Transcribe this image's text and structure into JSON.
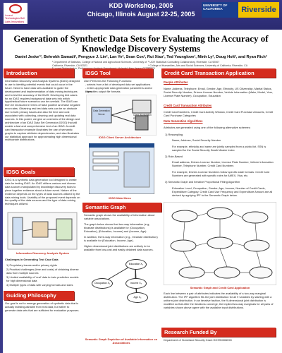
{
  "header": {
    "event_line1": "KDD Workshop, 2005",
    "event_line2": "Chicago, Illinois August 22-25, 2005",
    "lucent_logo_text": "Lucent Technologies Bell Labs Innovations",
    "ucr_logo_left": "UNIVERSITY OF CALIFORNIA",
    "ucr_logo_right": "Riverside"
  },
  "title": "Generation of Synthetic Data Sets for Evaluating the Accuracy of Knowledge Discovery Systems",
  "authors": "Daniel Jeske¹², Behrokh Samadi², Pengyue J. Lin², Lan Ye², Sean Cox², Rui Xiao¹, Ted Younglove¹, Minh Ly², Doug Holt², and Ryan Rich²",
  "affiliations_left": "¹ Department of Statistics, College of Natural and Agricultural Sciences, University of California, Riverside, CA 92521\n² Lucent Technologies, Performance Analysis Department, Holmdel, New Jersey 07733",
  "affiliations_right": "³ UCR Statistical Consulting Collaboratory, Riverside, CA 92507\n⁴ College of Humanities, Arts and Social Sciences, University of California, Riverside, CA 92521",
  "sections": {
    "intro": {
      "heading": "Introduction",
      "body": "Information Discovery and Analysis Systems (IDAS) designed to use to identify potential events that could occur in the future. Need to have data sets available to guide the development and implementation of data mining techniques and to test the accuracy of the IDAS. Developing test cases for an IDAS requires background data sets into which hypothetical future scenarios can be overlaid. The IDAS can then be measured in terms of false positive and false negative error rates. Obtaining real test data sets can be an obstacle due to both privacy issues and also the time and cost associated with collecting, cleaning and updating real data sources. In this poster, we give an overview of the design and architecture of an IDAS Data Set Generator (IDSG) that will enable a fast and comprehensive test of an IDAS. A credit card transaction example illustrates the use of semantic graphs to capture attribute dependencies, and also illustrates our statistical approach for approximating high dimensional multivariate distributions."
    },
    "goals": {
      "heading": "IDSG Goals",
      "body": "IDSG is a synthetic data generation tool designed to create data for testing IDAS. An IDAS utilizes various and diverse data sources manipulated by knowledge discovery tools to piece together evidence about a future event. Nature of the evidence depends on the types of data sources utilized by the data mining tools. Usability of the proposed event depends on the quality of the data sources and the type of data mining techniques utilized.",
      "fig_caption": "Information Discovery Analysis System",
      "challenges_title": "Challenges in Generating Test Case Data",
      "challenges": [
        "1)  Proprietary issues and/or privacy rights",
        "2)  Practical challenges (time and costs) of obtaining diverse data from multiple sources",
        "3)  Limited availability of 'real' data to train predictive models for high dimensional data",
        "4)  Multiple types of data with varying formats and sizes"
      ]
    },
    "guiding": {
      "heading": "Guiding Philosophy",
      "body": "Our goal is not to emerge generation of synthetic data that is actually indistinguishable from real data, but rather to generate data sets that are sufficient for evaluation purposes."
    },
    "tool": {
      "heading": "IDSG Tool",
      "intro": "User Performs the Following Functions:",
      "bullets": [
        "-  selects from a list of developed data set applications",
        "-  enters appropriate data generation parameters and/or filters",
        "-  specifies output file formats"
      ],
      "fig1_caption": "IDSG Client Server Architecture",
      "fig2_caption": "IDSG Main Menu",
      "client_label": "Client Workstation PC",
      "server_label": "Data Generation Server"
    },
    "semantic": {
      "heading": "Semantic Graph Representations",
      "body1": "Semantic graph shows the availability of information about variable associations.",
      "body2": "The graph below shows that two-way information (e.g., bivariate distributions) is available for (Occupation, Education), (Education, Income) and (Income, Age).",
      "body3": "In addition, three-way information (e.g., trivariate distribution) is available for (Education, Income, Age).",
      "body4": "Higher dimensional joint distributions are unlikely to be available from low-cost and easily obtained data sources.",
      "nodes": [
        "Occupation X₁",
        "Education X₂",
        "Income X₃",
        "Age X₄"
      ],
      "caption": "Semantic Graph Depiction of Available Information on Associations"
    },
    "credit": {
      "heading": "Credit Card Transaction Application",
      "people_title": "People Attributes",
      "people_body": "Name, Address, Telephone, Email, Gender, Age, Ethnicity, US Citizenship, Marital Status, Social Security Number, Drivers License Number, Vehicle Information (Make, Model, Year, License Plate Number), Occupation, Education",
      "cc_title": "Credit Card Transaction Attributes",
      "cc_body": "Credit Card Numbers, Credit Card Activity Window, Credit Card Purchase Amounts, Credit Card Purchase Categories",
      "gen_title": "Data Generation Algorithms",
      "gen_body": "Attributes are generated using one of the following alternative schemes:",
      "schemes": [
        "1)  Resampling",
        "Name, Address, Social Security Number",
        "For example, ethnicity and name are jointly sampled from a public list.  SSN is sampled for the Social Security Death Master Index",
        "2)  Rule-Based",
        "Email address, Drivers License Number, License Plate Number, Vehicle Information Number, Telephone Number, Credit Card Numbers",
        "For example, Drivers License Numbers follow specific state formats. Credit Card Numbers are generated with specific rules for AMEX, Visa, etc.",
        "3)  Semantic Graph and Iterative Proportional Fitting Algorithm",
        "Education Level, Occupation, Gender, Age, Income, Number of Credit Cards, Expenditure Category, Credit Card Use Frequency and Expenditure Amount are all derived by applying IPF to the Semantic Graph below."
      ],
      "ipf_caption": "Semantic Graph and Credit Card Application",
      "ipf_body": "Each line between a pair of attributes indicates the availability of a two-way marginal distribution. The IPF algorithm fits the joint distribution for all 9 variables by starting with a uniform joint distribution. In an iterative fashion, the 9-dimensional joint distribution is modified so that after the iterations converge, the implied two-way marginals for all pairs of variables shown above agree with the available input distributions."
    },
    "funded": {
      "heading": "Research Funded By",
      "body": "Department of Homeland Security Grant HOSS0506HID"
    }
  }
}
